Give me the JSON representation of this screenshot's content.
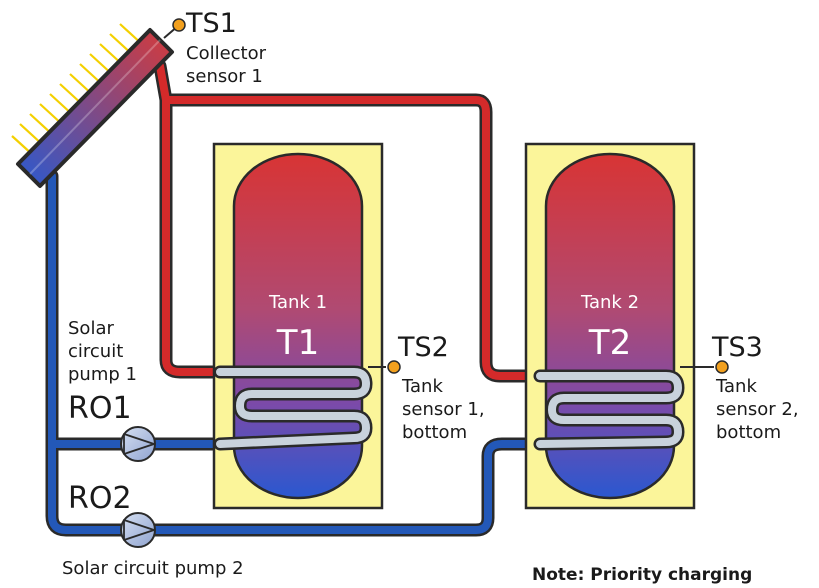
{
  "collector": {
    "sensor_code": "TS1",
    "sensor_label_line1": "Collector",
    "sensor_label_line2": "sensor 1"
  },
  "tank1": {
    "name": "Tank 1",
    "code": "T1",
    "sensor_code": "TS2",
    "sensor_label_line1": "Tank",
    "sensor_label_line2": "sensor 1,",
    "sensor_label_line3": "bottom"
  },
  "tank2": {
    "name": "Tank 2",
    "code": "T2",
    "sensor_code": "TS3",
    "sensor_label_line1": "Tank",
    "sensor_label_line2": "sensor 2,",
    "sensor_label_line3": "bottom"
  },
  "pump1": {
    "code": "RO1",
    "label_line1": "Solar",
    "label_line2": "circuit",
    "label_line3": "pump 1"
  },
  "pump2": {
    "code": "RO2",
    "label": "Solar circuit pump 2"
  },
  "note": "Note: Priority charging",
  "colors": {
    "hot_pipe": "#d42a2a",
    "cold_pipe": "#2358b8",
    "pipe_outline": "#2a2a2a",
    "tank_jacket": "#fbf59a",
    "tank_hot": "#d83a3a",
    "tank_mid": "#8c4aa0",
    "tank_cold": "#2a5ed0",
    "sensor_dot": "#f2a01e",
    "sun_rays": "#f4d000",
    "coil": "#c8d2dc",
    "pump": "#a9b8dc"
  }
}
